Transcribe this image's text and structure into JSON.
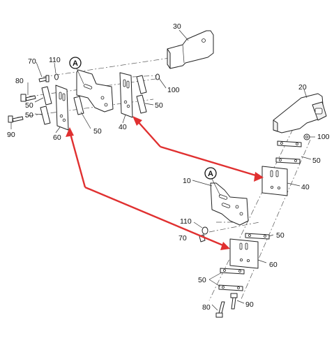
{
  "callouts": {
    "c30": "30",
    "c70": "70",
    "c110_top": "110",
    "c80_top": "80",
    "c50_left_a": "50",
    "c50_left_b": "50",
    "c90_top": "90",
    "c60_top": "60",
    "c50_mid": "50",
    "c40_top": "40",
    "c50_right_top": "50",
    "c100_top": "100",
    "c20": "20",
    "c100_right": "100",
    "c50_right": "50",
    "c40_right": "40",
    "c10": "10",
    "c110_bottom": "110",
    "c70_bottom": "70",
    "c50_bottom_a": "50",
    "c60_bottom": "60",
    "c50_bottom_b": "50",
    "c80_bottom": "80",
    "c90_bottom": "90"
  },
  "markers": {
    "detail_a_top": "A",
    "detail_a_bottom": "A"
  },
  "colors": {
    "arrow": "#e03030",
    "line": "#222222"
  }
}
